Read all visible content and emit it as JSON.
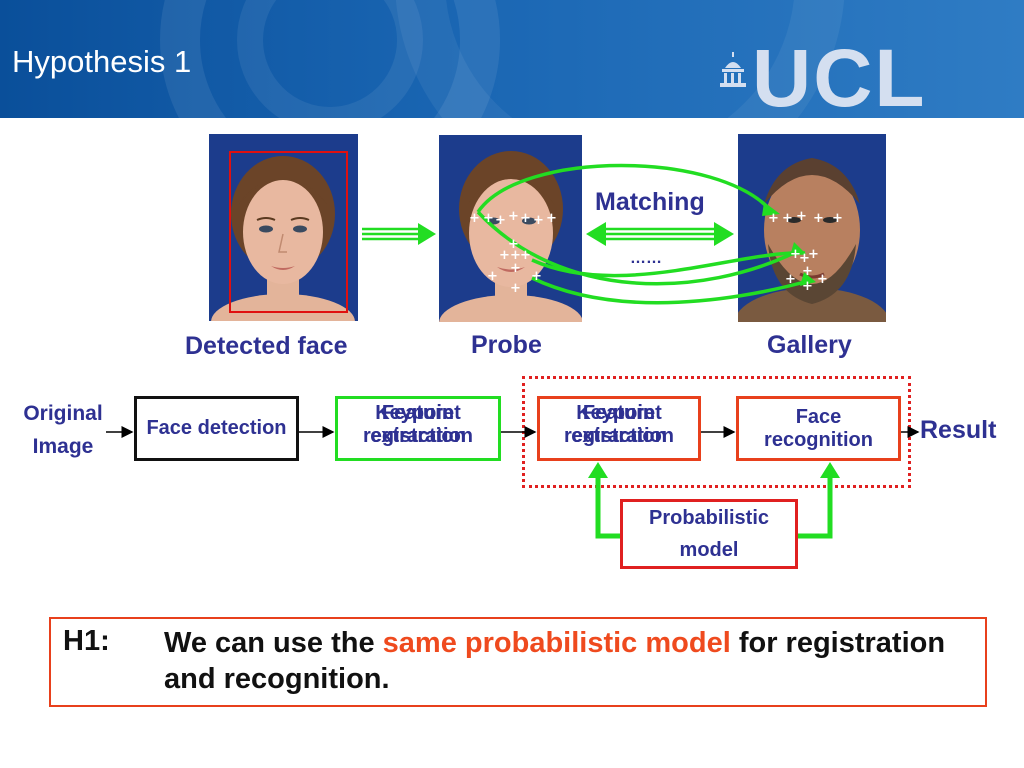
{
  "slide": {
    "title": "Hypothesis 1",
    "logo_text": "UCL",
    "logo_color": "#d4dff0",
    "header_color": "#1a66b3"
  },
  "faces": {
    "detected_label": "Detected face",
    "probe_label": "Probe",
    "gallery_label": "Gallery",
    "matching_label": "Matching",
    "ellipsis": "……"
  },
  "pipeline": {
    "original_image": "Original Image",
    "face_detection": "Face detection",
    "feature_extraction": "Feature extraction",
    "keypoint_registration": "Keypoint registration",
    "probabilistic_model": "Probabilistic model",
    "face_recognition": "Face recognition",
    "result": "Result"
  },
  "hypothesis": {
    "number": "H1:",
    "text_before": "We can use the ",
    "highlight": "same probabilistic model",
    "text_after": " for registration and recognition.",
    "highlight_color": "#ef4a1e"
  },
  "colors": {
    "label_blue": "#2e3192",
    "green": "#22dd22",
    "red": "#e02020",
    "orange": "#e8401c"
  }
}
